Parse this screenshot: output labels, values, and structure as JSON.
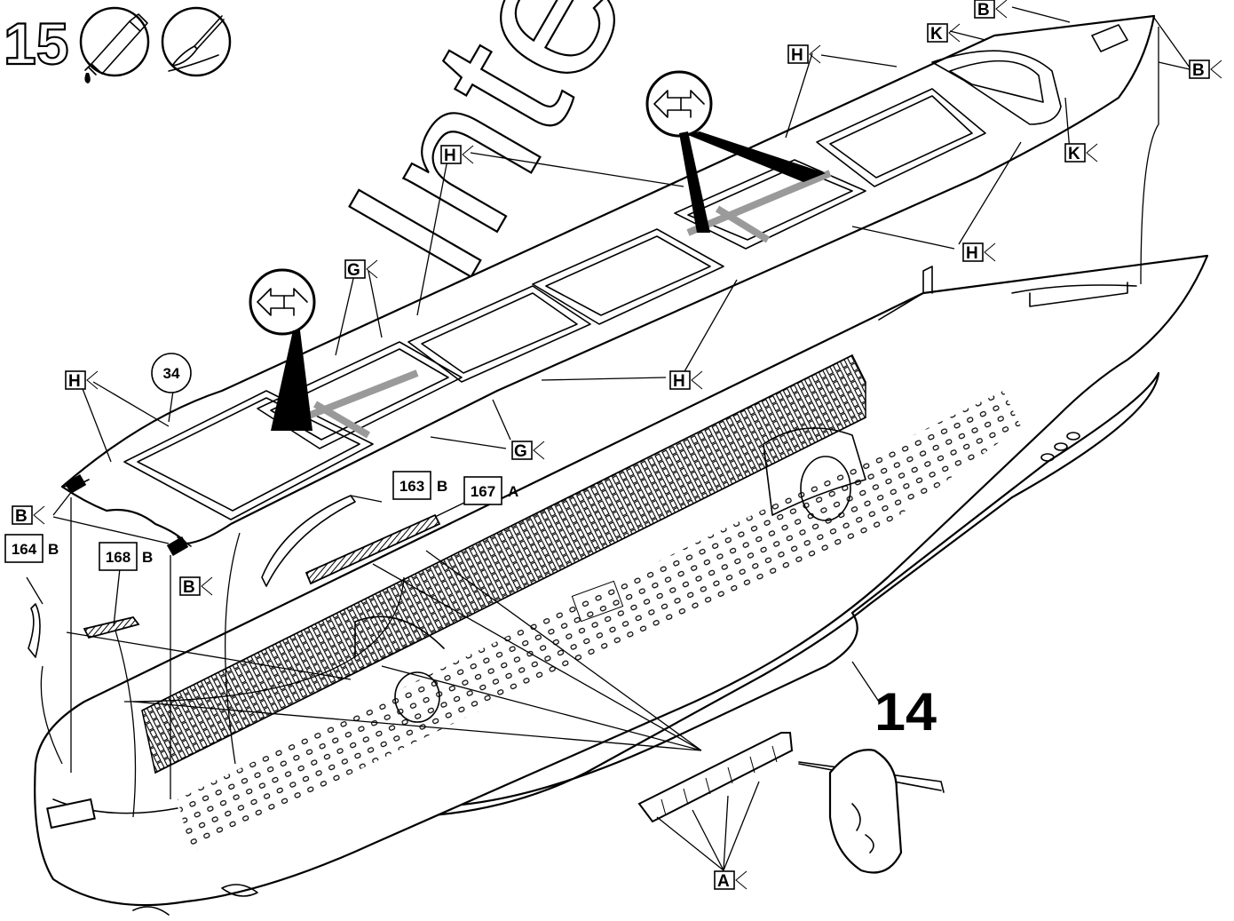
{
  "step": {
    "number": "15"
  },
  "watermark": "Internet",
  "parts": {
    "p34": {
      "number": "34"
    },
    "p163": {
      "number": "163",
      "sprue": "B"
    },
    "p167": {
      "number": "167",
      "sprue": "A"
    },
    "p164": {
      "number": "164",
      "sprue": "B"
    },
    "p168": {
      "number": "168",
      "sprue": "B"
    }
  },
  "color_tags": {
    "b": "B",
    "k": "K",
    "h": "H",
    "g": "G",
    "a": "A"
  },
  "subassembly": {
    "number": "14"
  },
  "icons": [
    "glue-tube-icon",
    "paint-brush-icon",
    "wiggle-fit-icon",
    "hand-with-brush-icon"
  ],
  "colors": {
    "ink": "#000000",
    "paper": "#ffffff",
    "paint_stripe": "#9a9a9a"
  }
}
